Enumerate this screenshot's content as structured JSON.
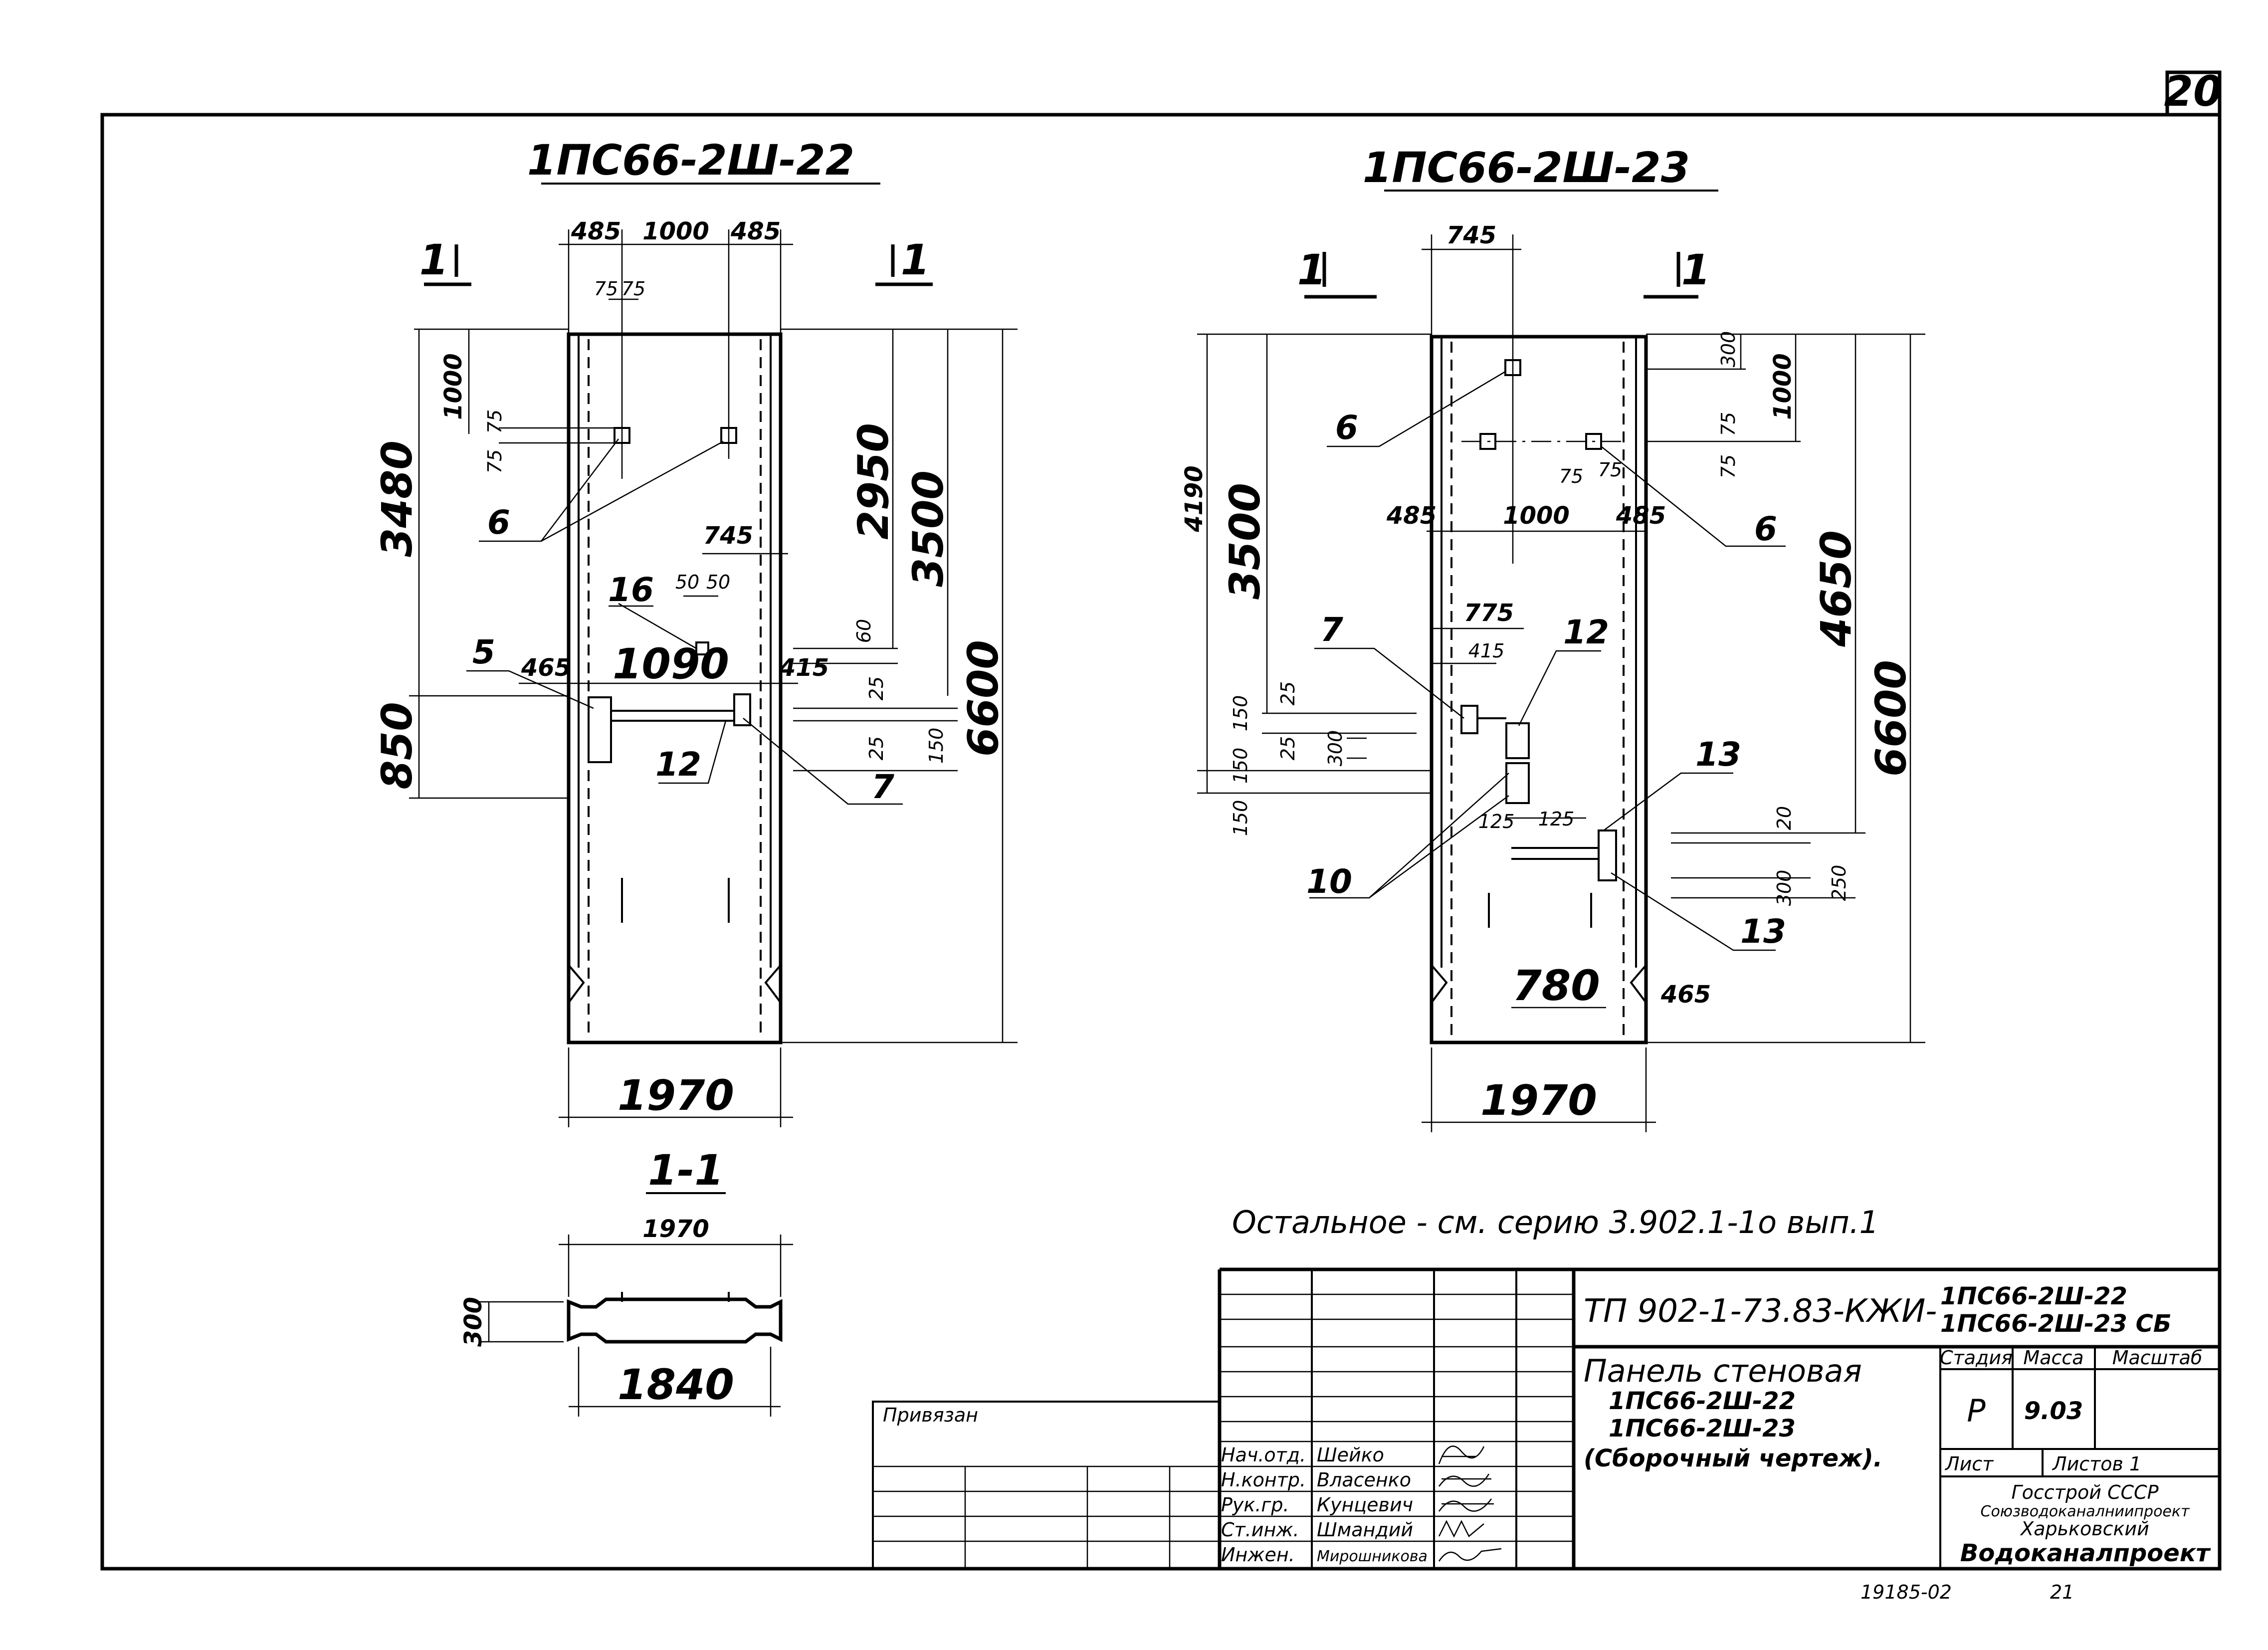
{
  "sheet_number": "20",
  "views": {
    "left_title": "1ПС66-2Ш-22",
    "right_title": "1ПС66-2Ш-23",
    "section_title": "1-1",
    "section_mark": "1"
  },
  "left_dims": {
    "top": [
      "485",
      "1000",
      "485"
    ],
    "small": [
      "75",
      "75"
    ],
    "left_col": [
      "1000",
      "3480",
      "850",
      "75",
      "75"
    ],
    "right_col": [
      "2950",
      "3500",
      "6600",
      "60",
      "25",
      "25",
      "150"
    ],
    "mid": [
      "745",
      "50",
      "50",
      "465",
      "1090",
      "415"
    ],
    "bottom": "1970"
  },
  "left_leaders": [
    "6",
    "16",
    "5",
    "12",
    "7"
  ],
  "right_dims": {
    "top": "745",
    "right_col": [
      "300",
      "1000",
      "75",
      "75",
      "4650",
      "6600",
      "20",
      "300",
      "250"
    ],
    "left_col": [
      "4190",
      "3500",
      "150",
      "25",
      "150",
      "25",
      "150",
      "300"
    ],
    "mid": [
      "485",
      "1000",
      "485",
      "75",
      "75",
      "775",
      "415",
      "125",
      "125",
      "780",
      "465"
    ],
    "bottom": "1970"
  },
  "right_leaders": [
    "6",
    "6",
    "7",
    "12",
    "10",
    "13",
    "13"
  ],
  "section_dims": {
    "top": "1970",
    "height": "300",
    "bottom": "1840"
  },
  "note": "Остальное - см. серию 3.902.1-1о вып.1",
  "title_block": {
    "code": "ТП 902-1-73.83-КЖИ-",
    "marks": [
      "1ПС66-2Ш-22",
      "1ПС66-2Ш-23 СБ"
    ],
    "desc": [
      "Панель стеновая",
      "1ПС66-2Ш-22",
      "1ПС66-2Ш-23",
      "(Сборочный чертеж)."
    ],
    "headers": [
      "Стадия",
      "Масса",
      "Масштаб"
    ],
    "stage": "Р",
    "mass": "9.03",
    "sheet_label": "Лист",
    "sheets_label": "Листов 1",
    "org": [
      "Госстрой СССР",
      "Союзводоканалниипроект",
      "Харьковский",
      "Водоканалпроект"
    ],
    "privyazan": "Привязан",
    "roles": [
      "Нач.отд.",
      "Н.контр.",
      "Рук.гр.",
      "Ст.инж.",
      "Инжен."
    ],
    "names": [
      "Шейко",
      "Власенко",
      "Кунцевич",
      "Шмандий",
      "Мирошникова"
    ]
  },
  "footer": {
    "number": "19185-02",
    "page": "21"
  }
}
